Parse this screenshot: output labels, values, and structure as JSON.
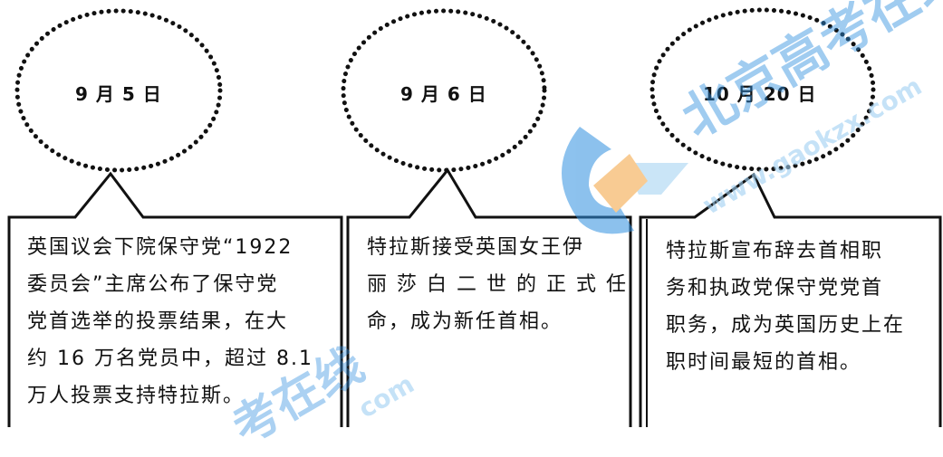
{
  "events": [
    {
      "date": "9 月 5 日",
      "lines": [
        "英国议会下院保守党“1922",
        "委员会”主席公布了保守党",
        "党首选举的投票结果，在大",
        "约 16 万名党员中，超过 8.1",
        "万人投票支持特拉斯。"
      ]
    },
    {
      "date": "9 月 6 日",
      "lines": [
        "特拉斯接受英国女王伊",
        "丽 莎 白 二 世 的 正 式 任",
        "命，成为新任首相。"
      ]
    },
    {
      "date": "10 月 20 日",
      "lines": [
        "特拉斯宣布辞去首相职",
        "务和执政党保守党党首",
        "职务，成为英国历史上在",
        "职时间最短的首相。"
      ]
    }
  ],
  "watermark": {
    "brand": "北京高考在线",
    "url": "www.gaokzx.com",
    "partial_brand": "考在线",
    "partial_url": "com",
    "colors": {
      "blue": "#2f8fe0",
      "light_blue": "#9fd0f2",
      "orange": "#f4a23c"
    }
  }
}
